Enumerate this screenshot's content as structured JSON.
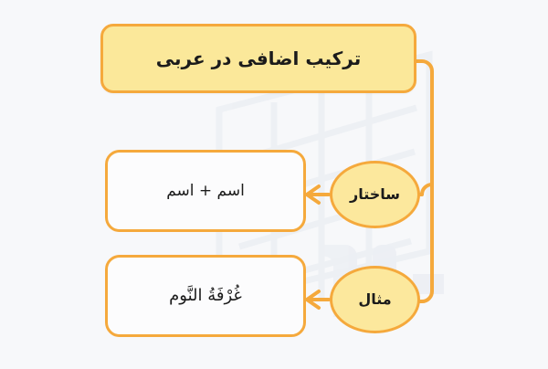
{
  "document": {
    "title": "ترکیب اضافی در عربی",
    "direction": "rtl",
    "language": "fa"
  },
  "theme": {
    "background": "#f7f8fa",
    "accent_border": "#f5a93c",
    "accent_fill": "#fbe89a",
    "node_fill": "#fcfcfd",
    "text_color": "#1b1b1b",
    "watermark": "#eef0f4"
  },
  "diagram": {
    "type": "tree",
    "root": {
      "id": "root",
      "label": "ترکیب اضافی در عربی",
      "shape": "rounded-rect",
      "fill": "#fbe89a"
    },
    "branches": [
      {
        "id": "branch-structure",
        "category": {
          "id": "category-structure",
          "label": "ساختار",
          "shape": "ellipse",
          "fill": "#fce89d"
        },
        "detail": {
          "id": "detail-structure",
          "label": "اسم + اسم",
          "shape": "rounded-rect",
          "fill": "#fcfcfd"
        },
        "arrow_direction": "left"
      },
      {
        "id": "branch-example",
        "category": {
          "id": "category-example",
          "label": "مثال",
          "shape": "ellipse",
          "fill": "#fce89d"
        },
        "detail": {
          "id": "detail-example",
          "label": "غُرْفَةُ النَّوم",
          "shape": "rounded-rect",
          "fill": "#fcfcfd"
        },
        "arrow_direction": "left"
      }
    ]
  }
}
